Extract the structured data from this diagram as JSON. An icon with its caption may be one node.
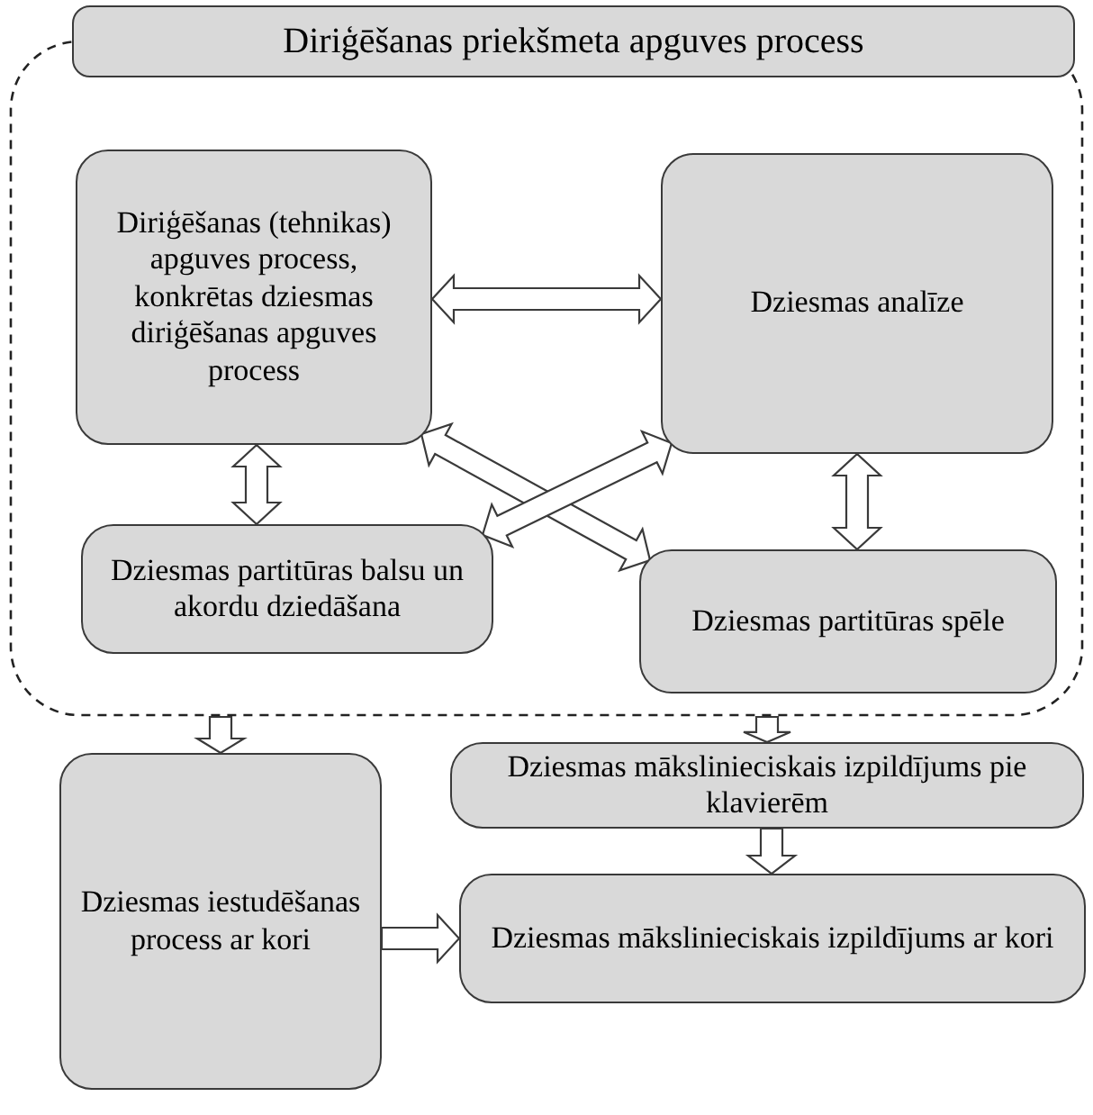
{
  "diagram": {
    "nodes": [
      {
        "text": [
          "Diriģēšanas priekšmeta apguves process"
        ]
      },
      {
        "text": [],
        "shape": "box"
      },
      {
        "text": [
          "Diriģēšanas (tehnikas) apguves process, konkrētas dziesmas diriģēšanas apguves process"
        ],
        "in": 1
      },
      {
        "text": [
          "Dziesmas analīze"
        ],
        "in": 1
      },
      {
        "text": [
          "Dziesmas partitūras balsu un akordu dziedāšana"
        ],
        "in": 1
      },
      {
        "text": [
          "Dziesmas partitūras spēle"
        ],
        "in": 1
      },
      {
        "text": [
          "Dziesmas iestudēšanas process ar kori"
        ]
      },
      {
        "text": [
          "Dziesmas mākslinieciskais izpildījums pie klavierēm"
        ]
      },
      {
        "text": [
          "Dziesmas mākslinieciskais izpildījums ar kori"
        ]
      }
    ],
    "edges": [
      {
        "from": 2,
        "to": 3,
        "arrow": "both"
      },
      {
        "from": 2,
        "to": 4,
        "arrow": "both"
      },
      {
        "from": 3,
        "to": 5,
        "arrow": "both"
      },
      {
        "from": 2,
        "to": 5,
        "arrow": "both"
      },
      {
        "from": 3,
        "to": 4,
        "arrow": "both"
      },
      {
        "from": 1,
        "to": 6,
        "arrow": "to"
      },
      {
        "from": 1,
        "to": 7,
        "arrow": "to"
      },
      {
        "from": 7,
        "to": 8,
        "arrow": "to"
      },
      {
        "from": 6,
        "to": 8,
        "arrow": "to"
      }
    ]
  }
}
